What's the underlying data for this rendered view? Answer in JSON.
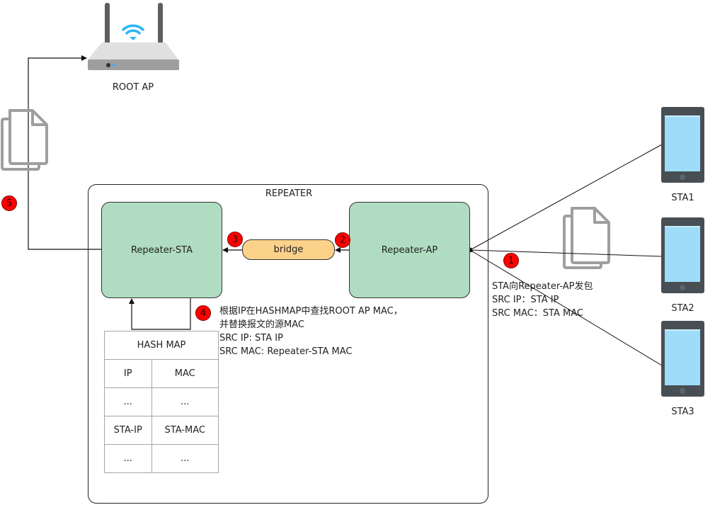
{
  "title": "Repeater MAC replacement packet flow",
  "root_ap": {
    "label": "ROOT AP",
    "icon": "wifi-router-icon"
  },
  "repeater": {
    "label": "REPEATER",
    "repeater_sta": "Repeater-STA",
    "repeater_ap": "Repeater-AP",
    "bridge": "bridge"
  },
  "stations": [
    {
      "label": "STA1",
      "icon": "smartphone-icon"
    },
    {
      "label": "STA2",
      "icon": "smartphone-icon"
    },
    {
      "label": "STA3",
      "icon": "smartphone-icon"
    }
  ],
  "steps": [
    "1",
    "2",
    "3",
    "4",
    "5"
  ],
  "notes": {
    "step1": [
      "STA向Repeater-AP发包",
      "SRC IP：STA IP",
      "SRC MAC：STA MAC"
    ],
    "step4": [
      "根据IP在HASHMAP中查找ROOT AP MAC，",
      "并替换报文的源MAC",
      "SRC IP: STA IP",
      "SRC MAC: Repeater-STA MAC"
    ]
  },
  "hash_map": {
    "title": "HASH MAP",
    "headers": [
      "IP",
      "MAC"
    ],
    "rows": [
      [
        "...",
        "..."
      ],
      [
        "STA-IP",
        "STA-MAC"
      ],
      [
        "...",
        "..."
      ]
    ]
  },
  "icons": {
    "packet": "document-copy-icon"
  },
  "colors": {
    "node_fill": "#b0dcc1",
    "bridge_fill": "#fcd18a",
    "badge_fill": "#ff0000",
    "phone_body": "#474f54",
    "phone_screen": "#9edcfa",
    "wifi": "#29b6f6",
    "packet_icon": "#9e9e9e"
  }
}
